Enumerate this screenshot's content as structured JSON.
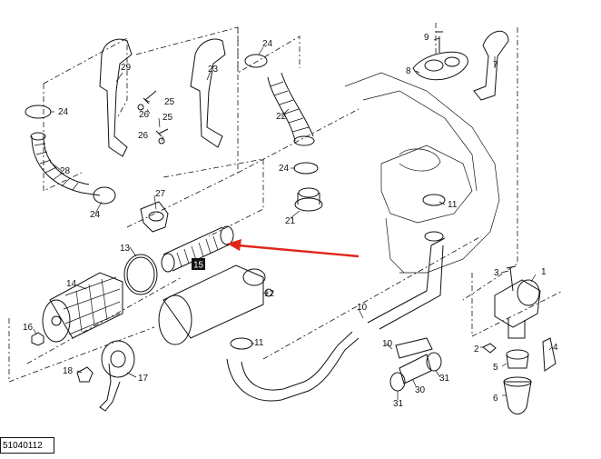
{
  "document_id": "51040112",
  "highlight": {
    "label": "15",
    "arrow_color": "#e0261b"
  },
  "parts": [
    {
      "num": "1"
    },
    {
      "num": "2"
    },
    {
      "num": "3"
    },
    {
      "num": "4"
    },
    {
      "num": "5"
    },
    {
      "num": "6"
    },
    {
      "num": "7"
    },
    {
      "num": "8"
    },
    {
      "num": "9"
    },
    {
      "num": "10"
    },
    {
      "num": "10"
    },
    {
      "num": "11"
    },
    {
      "num": "11"
    },
    {
      "num": "12"
    },
    {
      "num": "13"
    },
    {
      "num": "14"
    },
    {
      "num": "16"
    },
    {
      "num": "17"
    },
    {
      "num": "18"
    },
    {
      "num": "21"
    },
    {
      "num": "22"
    },
    {
      "num": "23"
    },
    {
      "num": "24"
    },
    {
      "num": "24"
    },
    {
      "num": "24"
    },
    {
      "num": "24"
    },
    {
      "num": "25"
    },
    {
      "num": "25"
    },
    {
      "num": "26"
    },
    {
      "num": "26"
    },
    {
      "num": "27"
    },
    {
      "num": "28"
    },
    {
      "num": "29"
    },
    {
      "num": "30"
    },
    {
      "num": "31"
    },
    {
      "num": "31"
    }
  ]
}
